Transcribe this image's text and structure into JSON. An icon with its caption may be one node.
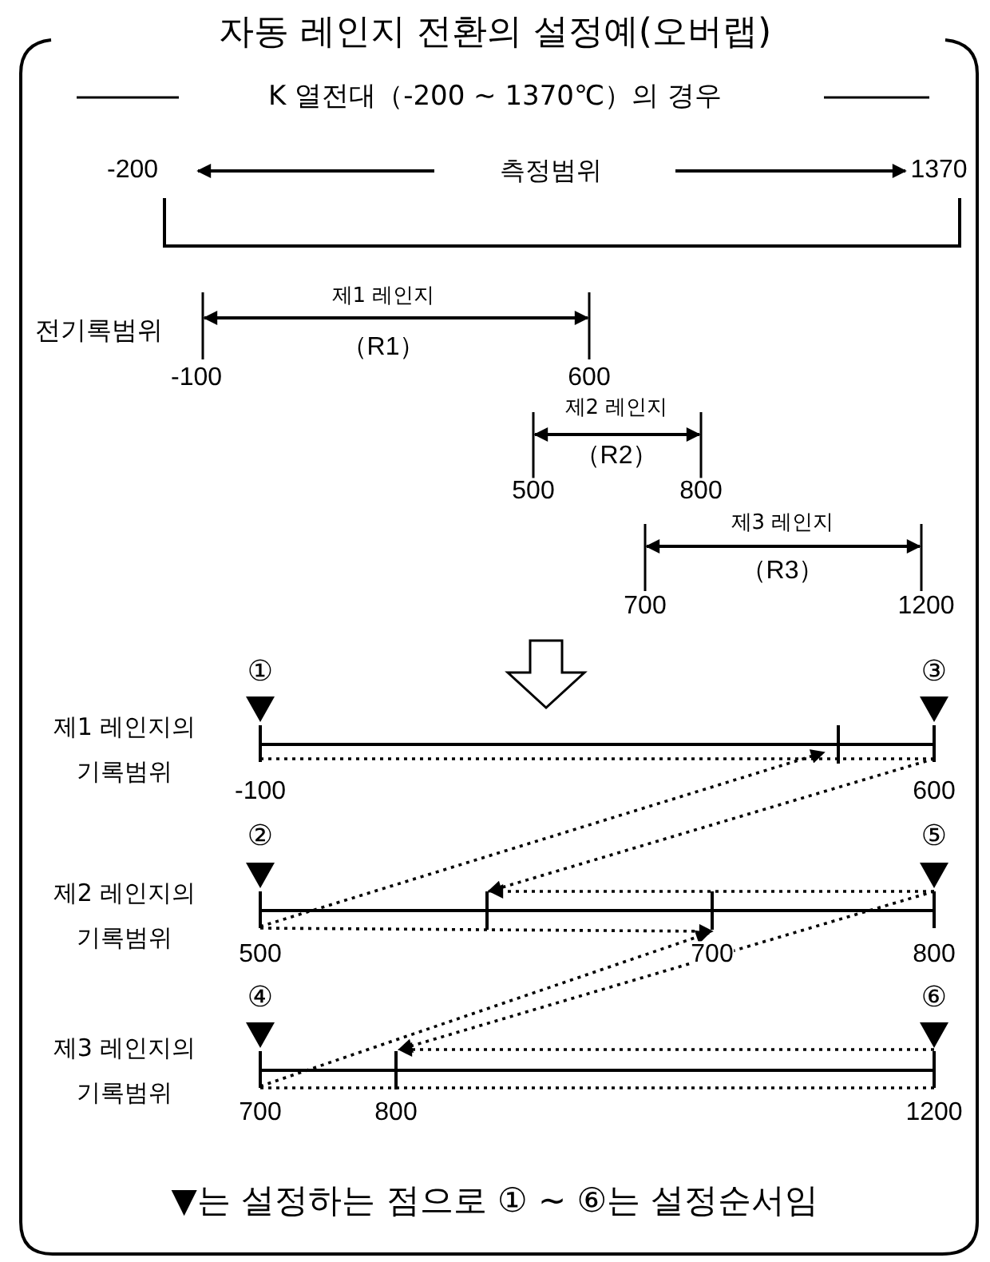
{
  "diagram": {
    "title": "자동 레인지 전환의 설정예(오버랩)",
    "caption": "▼는 설정하는 점으로 ① ~ ⑥는 설정순서임",
    "labels": [
      "K 열전대（-200 ~ 1370℃）의 경우",
      "-200",
      "측정범위",
      "1370",
      "제1 레인지",
      "전기록범위",
      "（R1）",
      "-100",
      "600",
      "제2 레인지",
      "（R2）",
      "500",
      "800",
      "제3 레인지",
      "（R3）",
      "700",
      "1200",
      "①",
      "③",
      "제1 레인지의 기록범위",
      "-100",
      "600",
      "②",
      "⑤",
      "제2 레인지의 기록범위",
      "500",
      "700",
      "800",
      "④",
      "⑥",
      "제3 레인지의 기록범위",
      "700",
      "800",
      "1200"
    ]
  }
}
